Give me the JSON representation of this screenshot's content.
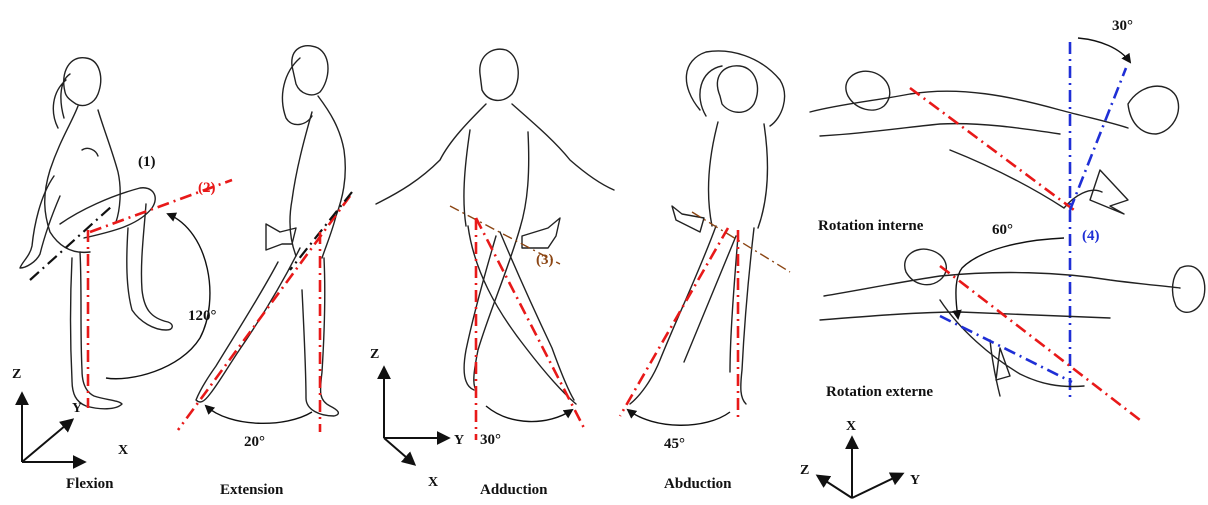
{
  "panels": {
    "flexion": {
      "caption": "Flexion",
      "angle": "120°",
      "marker1": "(1)",
      "marker2": "(2)"
    },
    "extension": {
      "caption": "Extension",
      "angle": "20°"
    },
    "adduction": {
      "caption": "Adduction",
      "angle": "30°",
      "marker3": "(3)"
    },
    "abduction": {
      "caption": "Abduction",
      "angle": "45°"
    },
    "rotation": {
      "internal_caption": "Rotation interne",
      "external_caption": "Rotation externe",
      "internal_angle": "30°",
      "external_angle": "60°",
      "marker4": "(4)"
    }
  },
  "axes": {
    "frame1": {
      "z": "Z",
      "y": "Y",
      "x": "X"
    },
    "frame2": {
      "z": "Z",
      "y": "Y",
      "x": "X"
    },
    "frame3": {
      "x": "X",
      "z": "Z",
      "y": "Y"
    }
  },
  "colors": {
    "axis_red": "#e81919",
    "axis_blue": "#1f2fd6",
    "plane_brown": "#8b4513",
    "outline": "#222222"
  }
}
